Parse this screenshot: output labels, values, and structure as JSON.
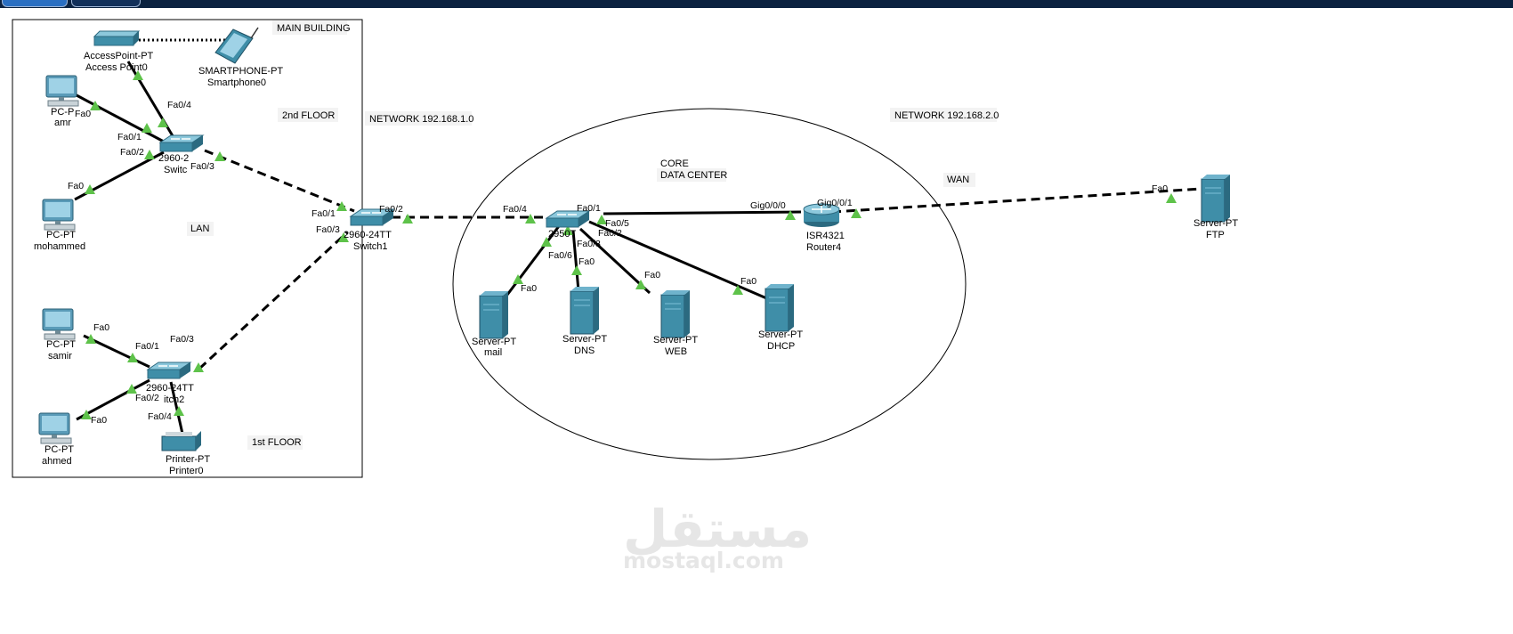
{
  "notes": {
    "main_building": "MAIN BUILDING",
    "second_floor": "2nd  FLOOR",
    "first_floor": "1st FLOOR",
    "lan": "LAN",
    "network1": "NETWORK 192.168.1.0",
    "network2": "NETWORK 192.168.2.0",
    "core": "CORE",
    "data_center": "DATA CENTER",
    "wan": "WAN"
  },
  "devices": {
    "access_point": {
      "type": "AccessPoint-PT",
      "name": "Access Point0"
    },
    "smartphone": {
      "type": "SMARTPHONE-PT",
      "name": "Smartphone0"
    },
    "pc_amr": {
      "type": "PC-P",
      "name": "amr"
    },
    "pc_mohammed": {
      "type": "PC-PT",
      "name": "mohammed"
    },
    "switch_top": {
      "type": "2960-2",
      "name": "Switc"
    },
    "switch1": {
      "type": "2960-24TT",
      "name": "Switch1"
    },
    "pc_samir": {
      "type": "PC-PT",
      "name": "samir"
    },
    "pc_ahmed": {
      "type": "PC-PT",
      "name": "ahmed"
    },
    "switch2": {
      "type": "2960-24TT",
      "name": "itch2"
    },
    "printer": {
      "type": "Printer-PT",
      "name": "Printer0"
    },
    "switch_dc": {
      "type": "2950T",
      "name": ""
    },
    "server_mail": {
      "type": "Server-PT",
      "name": "mail"
    },
    "server_dns": {
      "type": "Server-PT",
      "name": "DNS"
    },
    "server_web": {
      "type": "Server-PT",
      "name": "WEB"
    },
    "server_dhcp": {
      "type": "Server-PT",
      "name": "DHCP"
    },
    "router": {
      "type": "ISR4321",
      "name": "Router4"
    },
    "server_ftp": {
      "type": "Server-PT",
      "name": "FTP"
    }
  },
  "ports": {
    "ap_fa0_4": "Fa0/4",
    "amr_fa0": "Fa0",
    "sw_fa0_1": "Fa0/1",
    "sw_fa0_2": "Fa0/2",
    "sw_fa0_3": "Fa0/3",
    "moh_fa0": "Fa0",
    "s1_fa0_1": "Fa0/1",
    "s1_fa0_2": "Fa0/2",
    "s1_fa0_3": "Fa0/3",
    "samir_fa0": "Fa0",
    "s2_fa0_1": "Fa0/1",
    "s2_fa0_3": "Fa0/3",
    "s2_fa0_2": "Fa0/2",
    "ahmed_fa0": "Fa0",
    "s2_fa0_4": "Fa0/4",
    "dc_fa0_4": "Fa0/4",
    "dc_fa0_1": "Fa0/1",
    "dc_fa0_5": "Fa0/5",
    "dc_fa0_2": "Fa0/2",
    "dc_fa0_3": "Fa0/3",
    "dc_fa0_6": "Fa0/6",
    "mail_fa0": "Fa0",
    "dns_fa0": "Fa0",
    "web_fa0": "Fa0",
    "dhcp_fa0": "Fa0",
    "r_gig0_0_0": "Gig0/0/0",
    "r_gig0_0_1": "Gig0/0/1",
    "ftp_fa0": "Fa0"
  },
  "watermark": {
    "arabic": "مستقل",
    "latin": "mostaql.com"
  },
  "colors": {
    "link_triangle": "#5ec24a",
    "device_teal": "#3f8ea8",
    "topbar": "#0b2240"
  }
}
